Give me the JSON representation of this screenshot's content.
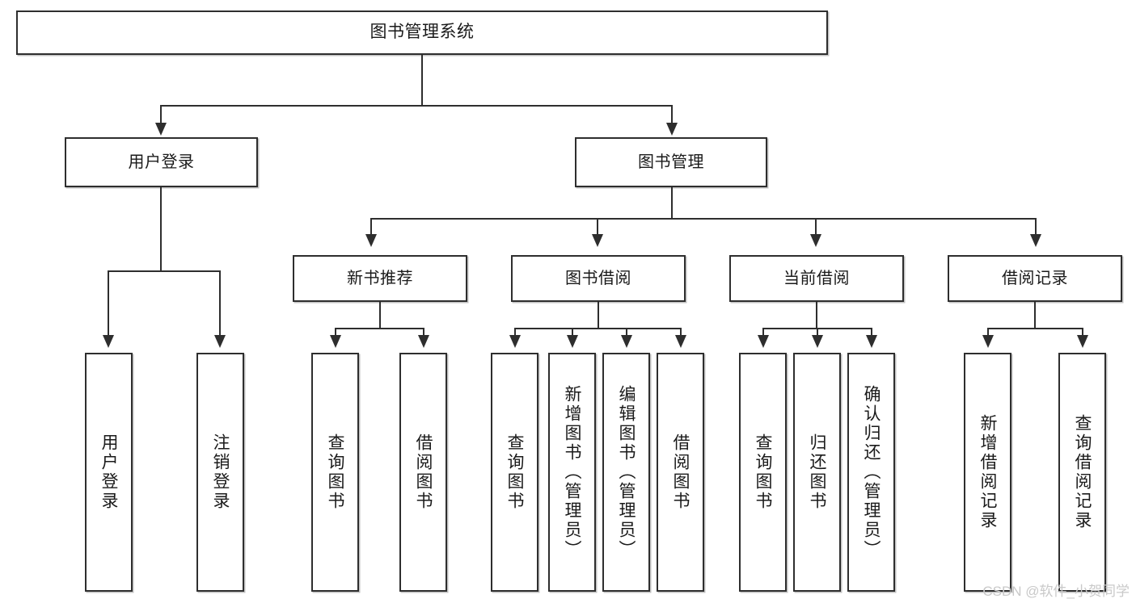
{
  "diagram": {
    "type": "tree-hierarchy",
    "title": "图书管理系统",
    "root": {
      "label": "图书管理系统"
    },
    "level2": [
      {
        "label": "用户登录"
      },
      {
        "label": "图书管理"
      }
    ],
    "level3": [
      {
        "label": "新书推荐"
      },
      {
        "label": "图书借阅"
      },
      {
        "label": "当前借阅"
      },
      {
        "label": "借阅记录"
      }
    ],
    "leaves": {
      "user_login": [
        {
          "label": "用户登录"
        },
        {
          "label": "注销登录"
        }
      ],
      "new_book_recommend": [
        {
          "label": "查询图书"
        },
        {
          "label": "借阅图书"
        }
      ],
      "book_borrow": [
        {
          "label": "查询图书"
        },
        {
          "label": "新增图书（管理员）"
        },
        {
          "label": "编辑图书（管理员）"
        },
        {
          "label": "借阅图书"
        }
      ],
      "current_borrow": [
        {
          "label": "查询图书"
        },
        {
          "label": "归还图书"
        },
        {
          "label": "确认归还（管理员）"
        }
      ],
      "borrow_record": [
        {
          "label": "新增借阅记录"
        },
        {
          "label": "查询借阅记录"
        }
      ]
    }
  },
  "watermark": {
    "text": "CSDN @软件_小贺同学"
  },
  "colors": {
    "stroke": "#2e2e2e",
    "fill": "#ffffff",
    "text": "#1a1a1a",
    "watermark": "#c9c9c9"
  }
}
